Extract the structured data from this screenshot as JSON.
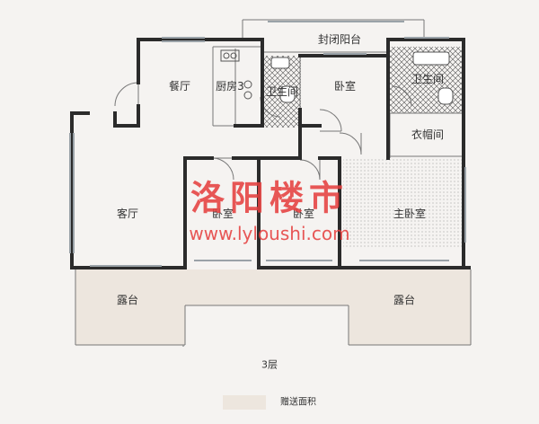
{
  "rooms": {
    "balcony_enclosed": "封闭阳台",
    "dining": "餐厅",
    "kitchen": "厨房3",
    "bedroom_north": "卧室",
    "bathroom_public": "卫生间",
    "bathroom_master": "卫生间",
    "closet": "衣帽间",
    "living": "客厅",
    "bedroom_a": "卧室",
    "bedroom_b": "卧室",
    "master_bedroom": "主卧室",
    "terrace_left": "露台",
    "terrace_right": "露台"
  },
  "floor": "3层",
  "legend": {
    "label": "赠送面积",
    "swatch_color": "#ede6de"
  },
  "watermark": {
    "name": "洛阳楼市",
    "url": "www.lyloushi.com",
    "color": "#e5403f"
  },
  "colors": {
    "wall": "#2b2b2b",
    "line": "#777777",
    "terrace": "#ede6de",
    "window": "#9aa2a8"
  }
}
